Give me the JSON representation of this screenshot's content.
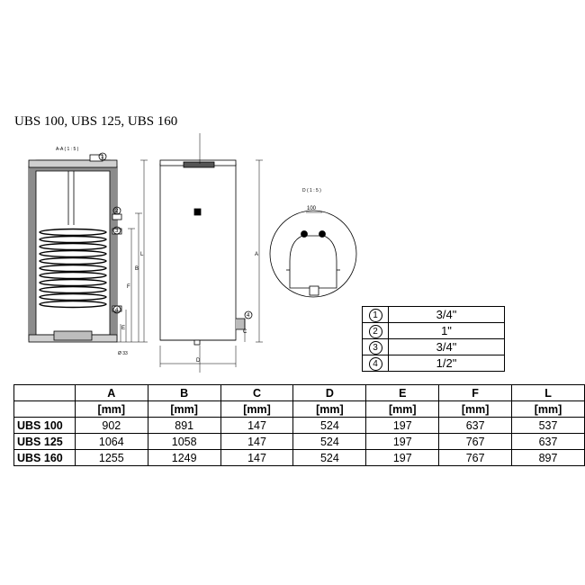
{
  "page": {
    "title": "UBS 100, UBS 125, UBS 160"
  },
  "drawing": {
    "section_label": "A-A ( 1 : 5 )",
    "detail_label": "D ( 1 : 5 )",
    "dim_labels": {
      "A": "A",
      "B": "B",
      "C": "C",
      "D": "D",
      "E": "E",
      "F": "F",
      "L": "L",
      "dia": "Ø 33",
      "w100": "100"
    },
    "callouts": [
      "1",
      "2",
      "3",
      "4"
    ]
  },
  "connections": [
    {
      "num": "1",
      "size": "3/4\""
    },
    {
      "num": "2",
      "size": "1\""
    },
    {
      "num": "3",
      "size": "3/4\""
    },
    {
      "num": "4",
      "size": "1/2\""
    }
  ],
  "dimensions": {
    "columns": [
      {
        "letter": "A",
        "unit": "[mm]"
      },
      {
        "letter": "B",
        "unit": "[mm]"
      },
      {
        "letter": "C",
        "unit": "[mm]"
      },
      {
        "letter": "D",
        "unit": "[mm]"
      },
      {
        "letter": "E",
        "unit": "[mm]"
      },
      {
        "letter": "F",
        "unit": "[mm]"
      },
      {
        "letter": "L",
        "unit": "[mm]"
      }
    ],
    "rows": [
      {
        "model": "UBS 100",
        "values": [
          "902",
          "891",
          "147",
          "524",
          "197",
          "637",
          "537"
        ]
      },
      {
        "model": "UBS 125",
        "values": [
          "1064",
          "1058",
          "147",
          "524",
          "197",
          "767",
          "637"
        ]
      },
      {
        "model": "UBS 160",
        "values": [
          "1255",
          "1249",
          "147",
          "524",
          "197",
          "767",
          "897"
        ]
      }
    ]
  }
}
